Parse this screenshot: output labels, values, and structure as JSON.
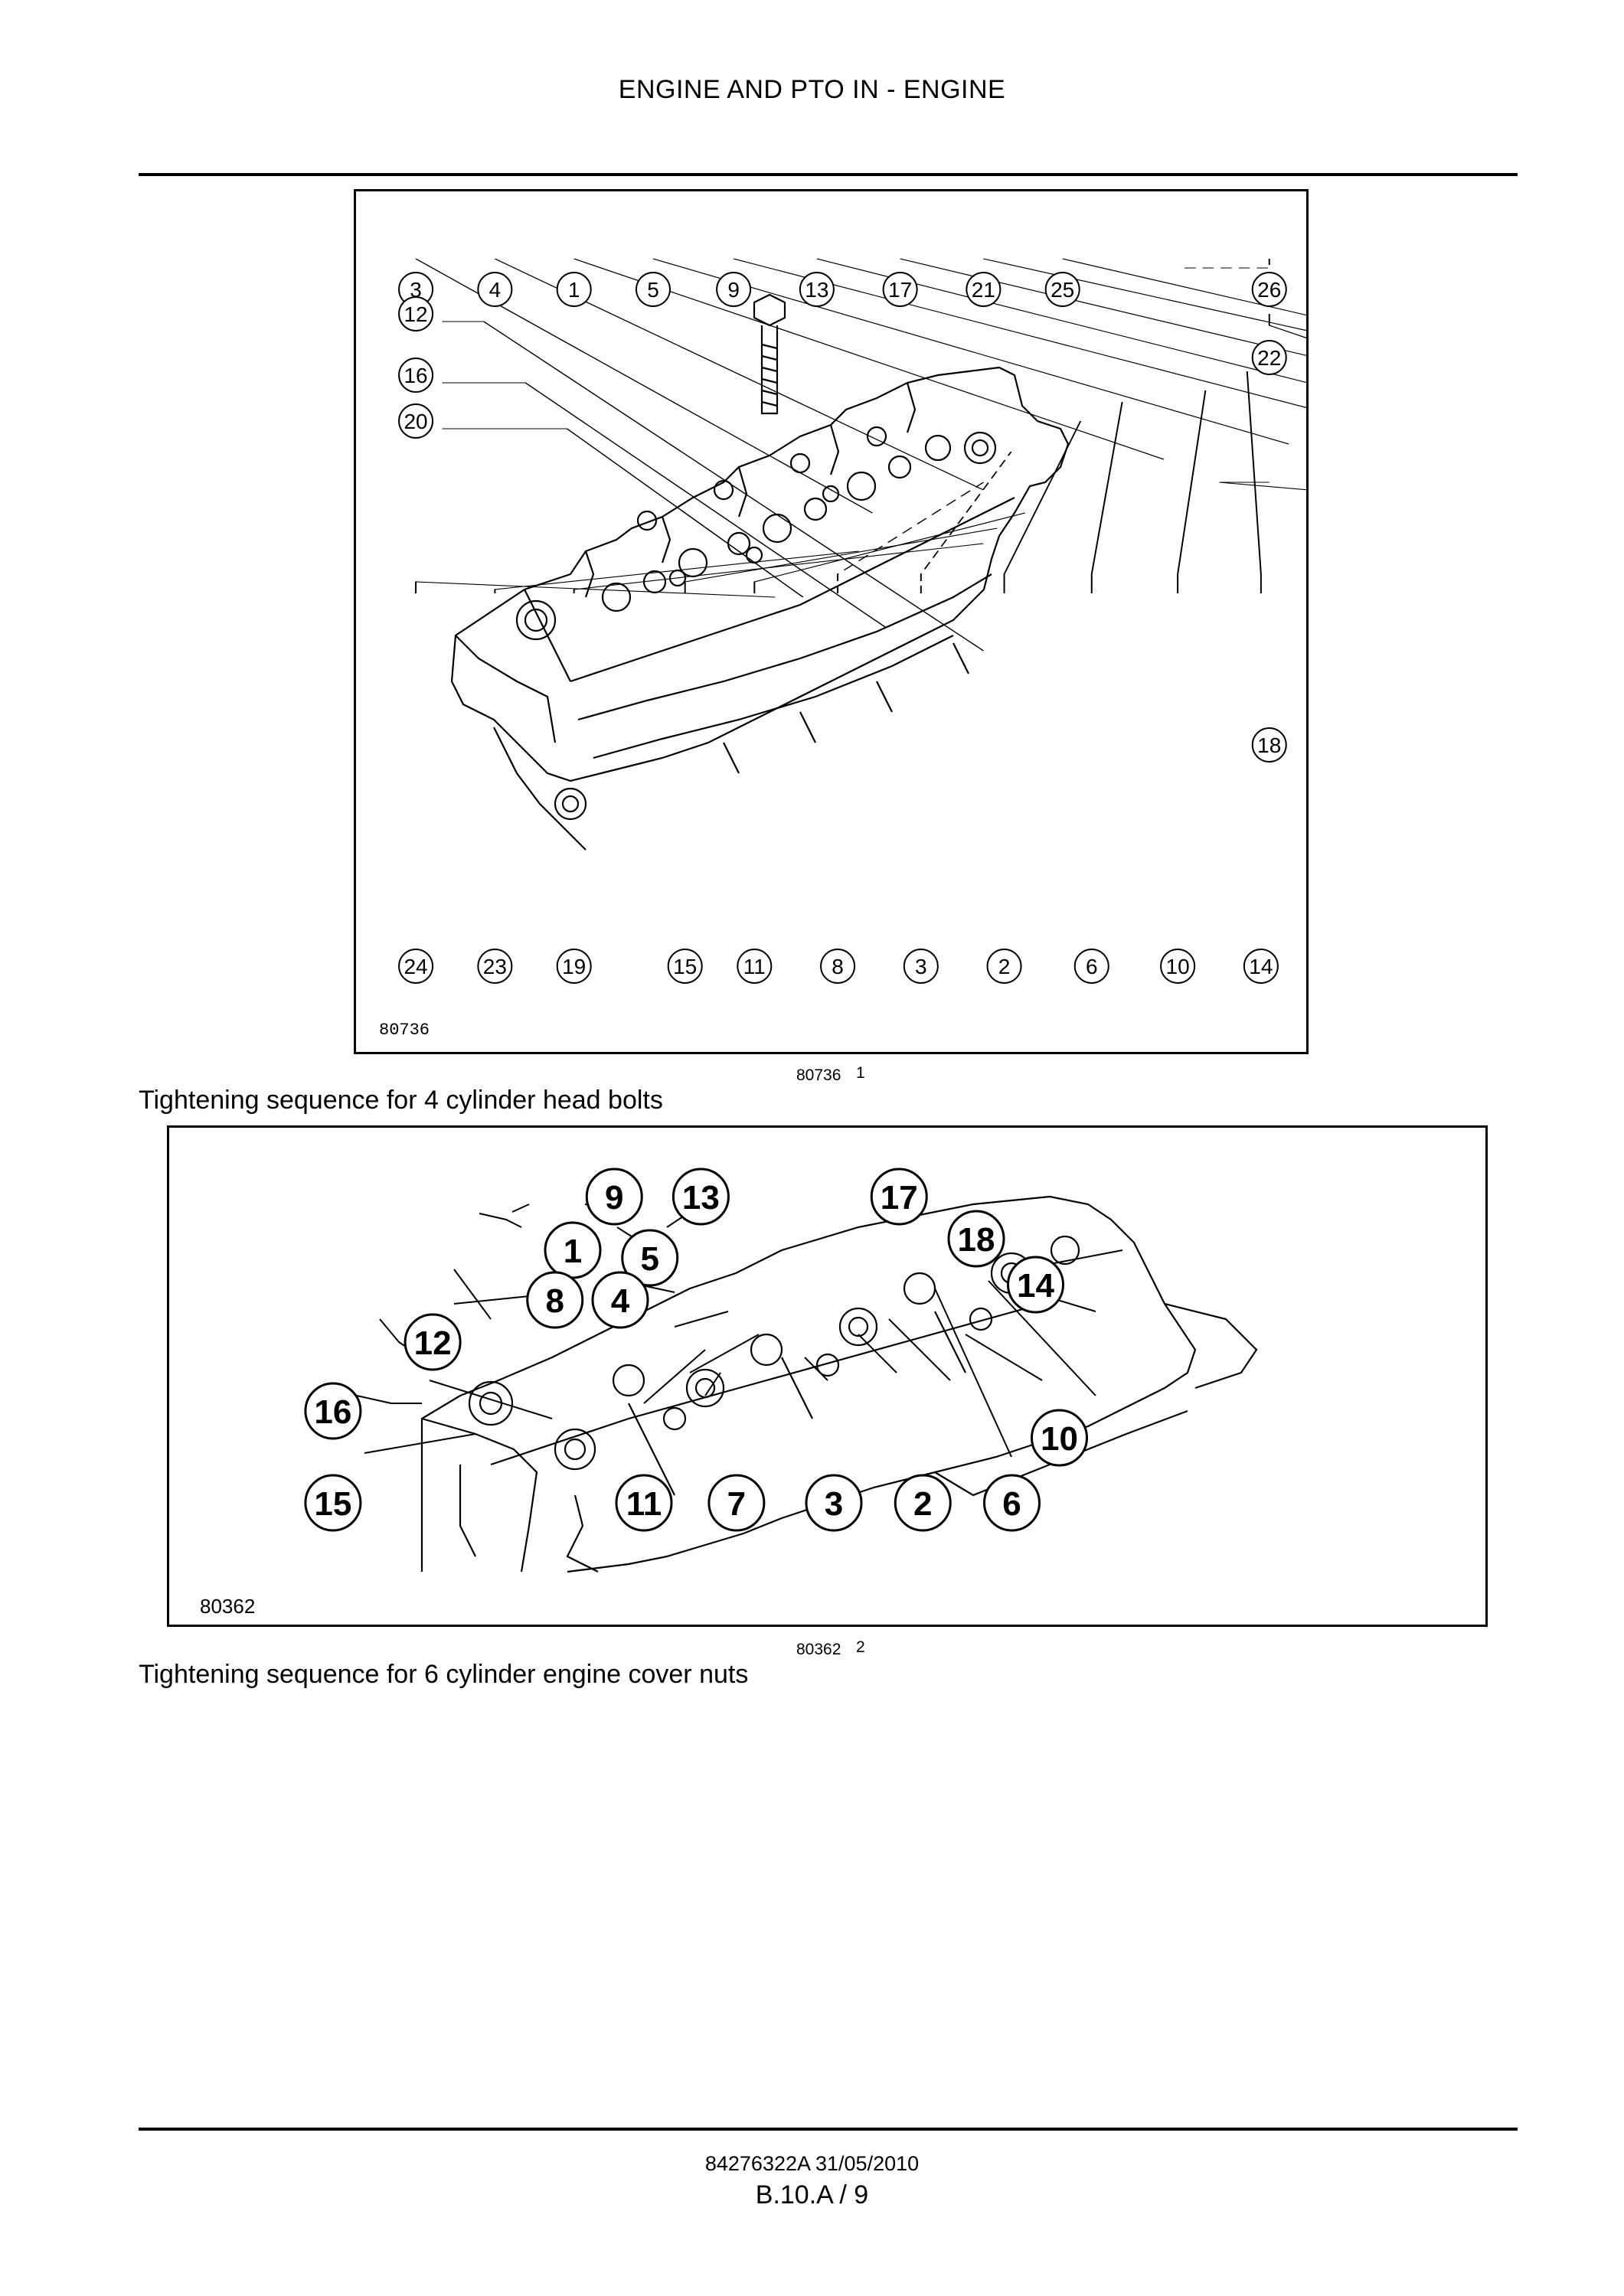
{
  "header": {
    "title": "ENGINE AND PTO IN - ENGINE"
  },
  "figure1": {
    "image_code": "80736",
    "ref_code": "80736",
    "number": "1",
    "caption": "Tightening sequence for 4 cylinder head bolts",
    "top_labels": [
      "3",
      "4",
      "1",
      "5",
      "9",
      "13",
      "17",
      "21",
      "25",
      "26"
    ],
    "right_labels": [
      "22",
      "18"
    ],
    "left_labels": [
      "12",
      "16",
      "20"
    ],
    "bottom_labels": [
      "24",
      "23",
      "19",
      "15",
      "11",
      "8",
      "3",
      "2",
      "6",
      "10",
      "14"
    ]
  },
  "figure2": {
    "image_code": "80362",
    "ref_code": "80362",
    "number": "2",
    "caption": "Tightening sequence for 6 cylinder engine cover nuts",
    "labels": [
      "9",
      "13",
      "17",
      "1",
      "5",
      "18",
      "8",
      "4",
      "14",
      "12",
      "16",
      "10",
      "15",
      "11",
      "7",
      "3",
      "2",
      "6"
    ]
  },
  "footer": {
    "doc_ref": "84276322A 31/05/2010",
    "page": "B.10.A / 9"
  }
}
